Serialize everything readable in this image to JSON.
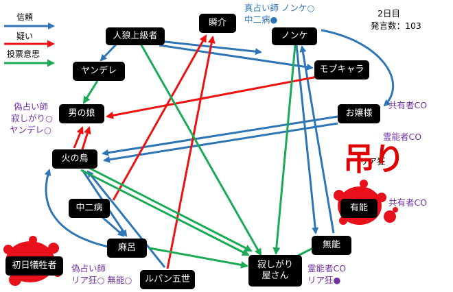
{
  "legend": {
    "trust": "信頼",
    "doubt": "疑い",
    "vote": "投票意思"
  },
  "status": {
    "day": "2日目",
    "count": "発言数：103"
  },
  "nodes": {
    "jinrou": "人狼上級者",
    "shunsuke": "瞬介",
    "nonke": "ノンケ",
    "yandere": "ヤンデレ",
    "mobu": "モブキャラ",
    "otokonoko": "男の娘",
    "ojousama": "お嬢様",
    "hinotori": "火の鳥",
    "yuunou": "有能",
    "chuunibyou": "中二病",
    "mabo": "麻呂",
    "munou": "無能",
    "shoniti": "初日犠牲者",
    "lupan": "ルパン五世",
    "sabishigari_1": "寂しがり",
    "sabishigari_2": "屋さん"
  },
  "annotations": {
    "shin_uranai": "真占い師 ノンケ○",
    "chuuni_dot": "中二病●",
    "nise_uranai_1": "偽占い師",
    "nise_uranai_1b": "寂しがり○",
    "nise_uranai_1c": "ヤンデレ○",
    "kyouyuu_1": "共有者CO",
    "reinou_1": "霊能者CO",
    "riakyou_partial": "リア狂",
    "kyouyuu_2": "共有者CO",
    "nise_uranai_2": "偽占い師",
    "nise_uranai_2b": "リア狂○ 無能○",
    "reinou_2": "霊能者CO",
    "riakyou_dot": "リア狂●"
  },
  "overlay": {
    "tsuri": "吊り"
  },
  "colors": {
    "trust": "#2e75b6",
    "doubt": "#ee1111",
    "vote": "#1aaa55",
    "purple": "#7030a0",
    "blood": "#e8101a"
  }
}
